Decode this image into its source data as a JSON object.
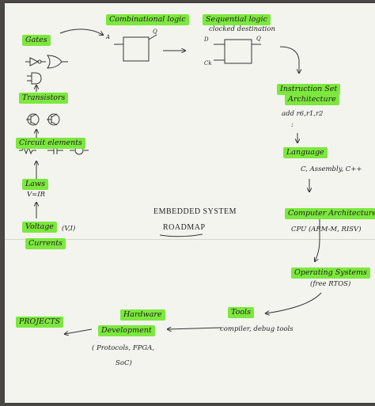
{
  "nodes": {
    "gates": "Gates",
    "combinational": "Combinational logic",
    "sequential": "Sequential logic",
    "clocked": "clocked destination",
    "transistors": "Transistors",
    "circuit_elements": "Circuit elements",
    "laws": "Laws",
    "law_eq": "V=IR",
    "voltage": "Voltage",
    "vi": "(V,I)",
    "currents": "Currents",
    "isa": "Instruction Set Architecture",
    "isa_examples": "add r6,r1,r2",
    "isa_dots": ":",
    "language": "Language",
    "lang_examples": "C, Assembly, C++",
    "comp_arch": "Computer Architecture",
    "comp_arch_ex": "CPU (ARM-M, RISV)",
    "os": "Operating Systems",
    "os_ex": "(free RTOS)",
    "tools": "Tools",
    "tools_ex": "compiler, debug tools",
    "hardware": "Hardware",
    "development": "Development",
    "hw_ex1": "( Protocols, FPGA,",
    "hw_ex2": "SoC)",
    "projects": "PROJECTS"
  },
  "center": {
    "title": "EMBEDDED SYSTEM",
    "subtitle": "ROADMAP"
  },
  "pins": {
    "comb_in": "A",
    "comb_out": "Q",
    "seq_d": "D",
    "seq_q": "Q",
    "seq_ck": "Ck"
  }
}
